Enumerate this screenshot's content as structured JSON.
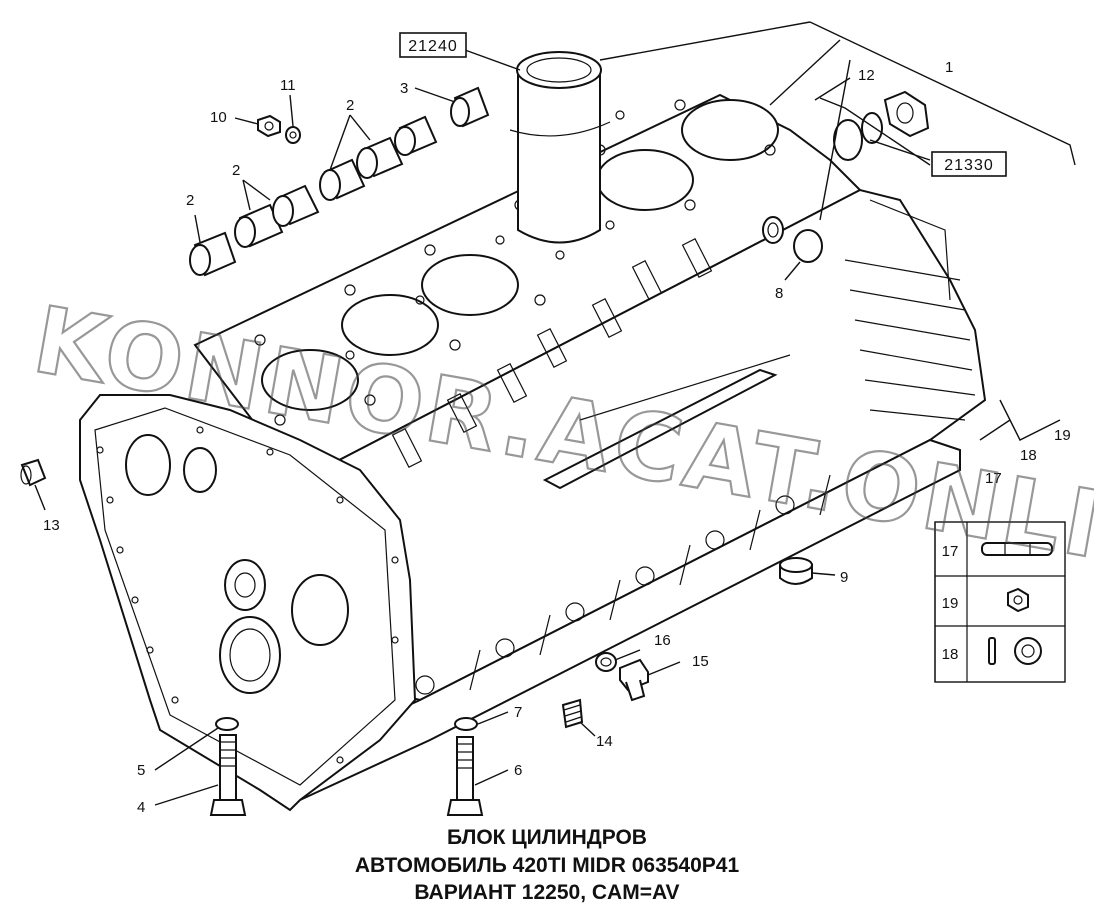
{
  "diagram": {
    "callouts": {
      "c1": "1",
      "c2a": "2",
      "c2b": "2",
      "c2c": "2",
      "c3": "3",
      "c4": "4",
      "c5": "5",
      "c6": "6",
      "c7": "7",
      "c8": "8",
      "c9": "9",
      "c10": "10",
      "c11": "11",
      "c12": "12",
      "c13": "13",
      "c14": "14",
      "c15": "15",
      "c16": "16",
      "c17": "17",
      "c18": "18",
      "c19": "19"
    },
    "boxed_refs": {
      "ref_21240": "21240",
      "ref_21330": "21330"
    },
    "legend": {
      "row17": "17",
      "row19": "19",
      "row18": "18"
    },
    "watermark": "KONNOR.ACAT.ONLINE"
  },
  "caption": {
    "title": "БЛОК ЦИЛИНДРОВ",
    "line2": "АВТОМОБИЛЬ 420TI MIDR 063540P41",
    "line3": "ВАРИАНТ 12250, CAM=AV"
  }
}
